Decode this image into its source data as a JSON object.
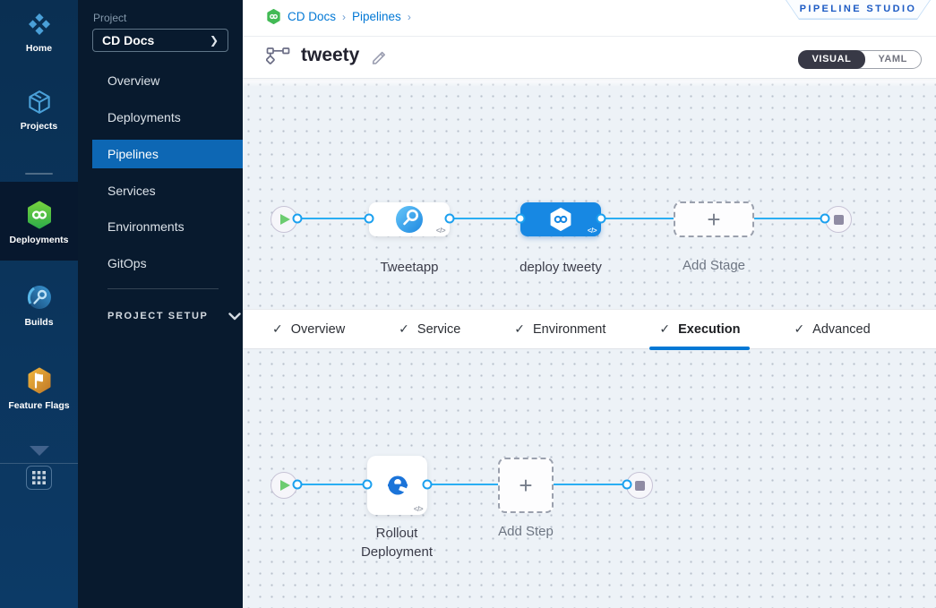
{
  "colors": {
    "accent_blue": "#0278d5",
    "connector_blue": "#2aaef3",
    "node_blue": "#1788e3",
    "cd_green": "#42ba55",
    "rail_bg": "#0b3153",
    "sidebar_bg": "#081a2e",
    "canvas_bg": "#edf2f7",
    "active_menu_bg": "#0d67b4",
    "toggle_dark": "#383946"
  },
  "rail": {
    "items": [
      {
        "label": "Home",
        "icon": "harness-home-icon"
      },
      {
        "label": "Projects",
        "icon": "projects-cube-icon"
      },
      {
        "label": "Deployments",
        "icon": "cd-hexagon-icon",
        "active": true
      },
      {
        "label": "Builds",
        "icon": "ci-circle-icon"
      },
      {
        "label": "Feature Flags",
        "icon": "feature-flags-icon"
      }
    ],
    "collapse_icon": "chevron-down-icon",
    "apps_icon": "grid-apps-icon"
  },
  "sidebar": {
    "project_label": "Project",
    "project_name": "CD Docs",
    "project_chevron": "❯",
    "items": [
      {
        "label": "Overview"
      },
      {
        "label": "Deployments"
      },
      {
        "label": "Pipelines",
        "active": true
      },
      {
        "label": "Services"
      },
      {
        "label": "Environments"
      },
      {
        "label": "GitOps"
      }
    ],
    "setup_label": "PROJECT SETUP"
  },
  "header": {
    "breadcrumb": {
      "items": [
        {
          "label": "CD Docs"
        },
        {
          "label": "Pipelines"
        }
      ],
      "separator": "›"
    },
    "studio_badge": "PIPELINE STUDIO",
    "pipeline_name": "tweety",
    "view_toggle": {
      "visual": "VISUAL",
      "yaml": "YAML",
      "selected": "VISUAL"
    }
  },
  "stage_canvas": {
    "nodes": [
      {
        "type": "start",
        "icon": "play-icon"
      },
      {
        "type": "stage",
        "label": "Tweetapp",
        "icon": "ci-stage-icon",
        "code_badge": "</>"
      },
      {
        "type": "stage",
        "label": "deploy tweety",
        "icon": "cd-stage-icon",
        "code_badge": "</>",
        "selected": true
      },
      {
        "type": "add",
        "label": "Add Stage",
        "plus": "+"
      },
      {
        "type": "end",
        "icon": "stop-icon"
      }
    ]
  },
  "tabs": {
    "check_glyph": "✓",
    "items": [
      {
        "label": "Overview"
      },
      {
        "label": "Service"
      },
      {
        "label": "Environment"
      },
      {
        "label": "Execution",
        "active": true
      },
      {
        "label": "Advanced"
      }
    ]
  },
  "execution_canvas": {
    "nodes": [
      {
        "type": "start",
        "icon": "play-icon"
      },
      {
        "type": "step",
        "label": "Rollout Deployment",
        "icon": "rollout-icon",
        "code_badge": "</>"
      },
      {
        "type": "add",
        "label": "Add Step",
        "plus": "+"
      },
      {
        "type": "end",
        "icon": "stop-icon"
      }
    ]
  }
}
